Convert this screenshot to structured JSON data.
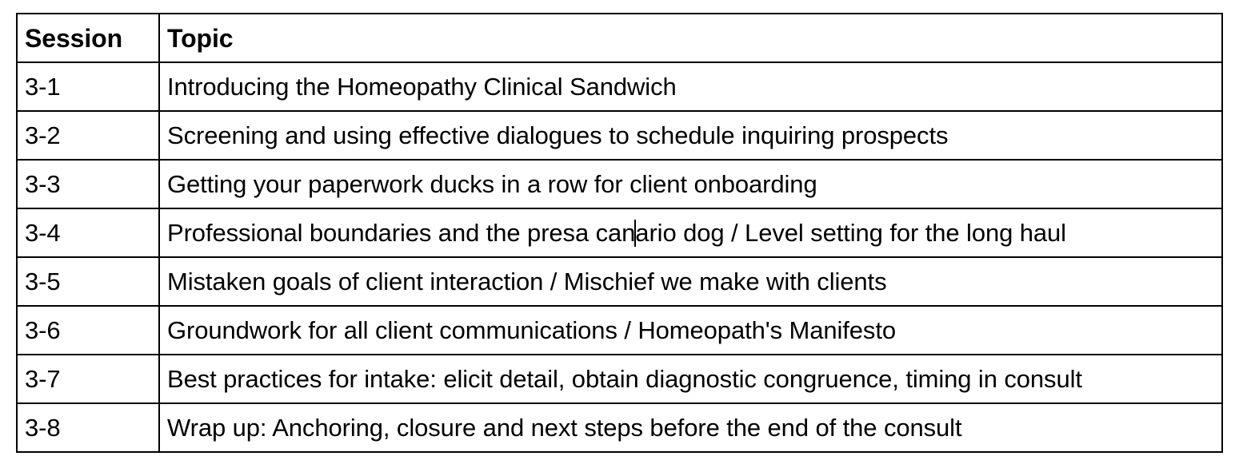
{
  "table": {
    "columns": [
      "Session",
      "Topic"
    ],
    "rows": [
      {
        "session": "3-1",
        "topic": "Introducing the Homeopathy Clinical Sandwich"
      },
      {
        "session": "3-2",
        "topic": "Screening and using effective dialogues to schedule inquiring prospects"
      },
      {
        "session": "3-3",
        "topic": "Getting your paperwork ducks in a row for client onboarding"
      },
      {
        "session": "3-4",
        "topic": "Professional boundaries and the presa canario dog / Level setting for the long haul",
        "topic_before_caret": "Professional boundaries and the presa can",
        "topic_after_caret": "ario dog / Level setting for the long haul",
        "has_caret": true
      },
      {
        "session": "3-5",
        "topic": "Mistaken goals of client interaction / Mischief we make with clients"
      },
      {
        "session": "3-6",
        "topic": "Groundwork for all client communications / Homeopath's Manifesto"
      },
      {
        "session": "3-7",
        "topic": "Best practices for intake: elicit detail, obtain diagnostic congruence, timing in consult"
      },
      {
        "session": "3-8",
        "topic": "Wrap up: Anchoring, closure and next steps before the end of the consult"
      }
    ]
  }
}
